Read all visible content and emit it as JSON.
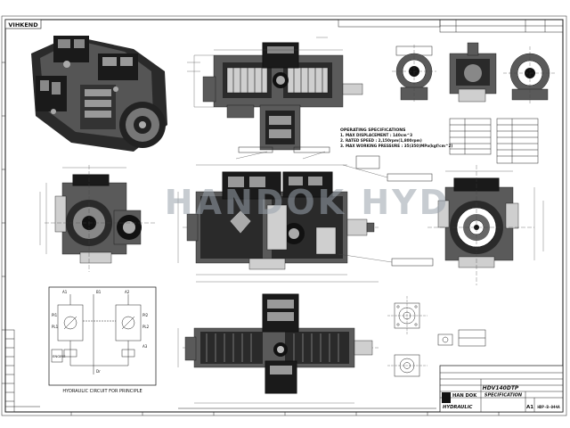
{
  "header": {
    "logo_text": "VIHKEND"
  },
  "specs": {
    "title": "OPERATING SPECIFICATIONS",
    "line1": "1. MAX DISPLACEMENT : 140cm^3",
    "line2": "2. RATED SPEED : 2,150rpm(1,800rpm)",
    "line3": "3. MAX WORKING PRESSURE : 35(350)MPa(kgf/cm^2)"
  },
  "watermark": {
    "text": "HANDOK HYD"
  },
  "circuit": {
    "caption": "HYDRAULIC CIRCUIT FOR PRINCIPLE",
    "labels": [
      "A1",
      "A2",
      "B1",
      "PI1",
      "PI2",
      "PL1",
      "PL2",
      "ENGINE",
      "A3",
      "Dr"
    ]
  },
  "title_block": {
    "company_line1": "HAN DOK",
    "company_line2": "HYDRAULIC",
    "model": "HDV140DTP",
    "doc_type": "SPECIFICATION",
    "sheet_size": "A1",
    "drawing_no": "HDP-B-044A"
  },
  "colors": {
    "ink": "#111111",
    "paper": "#ffffff",
    "watermark": "#9aa3ad"
  }
}
